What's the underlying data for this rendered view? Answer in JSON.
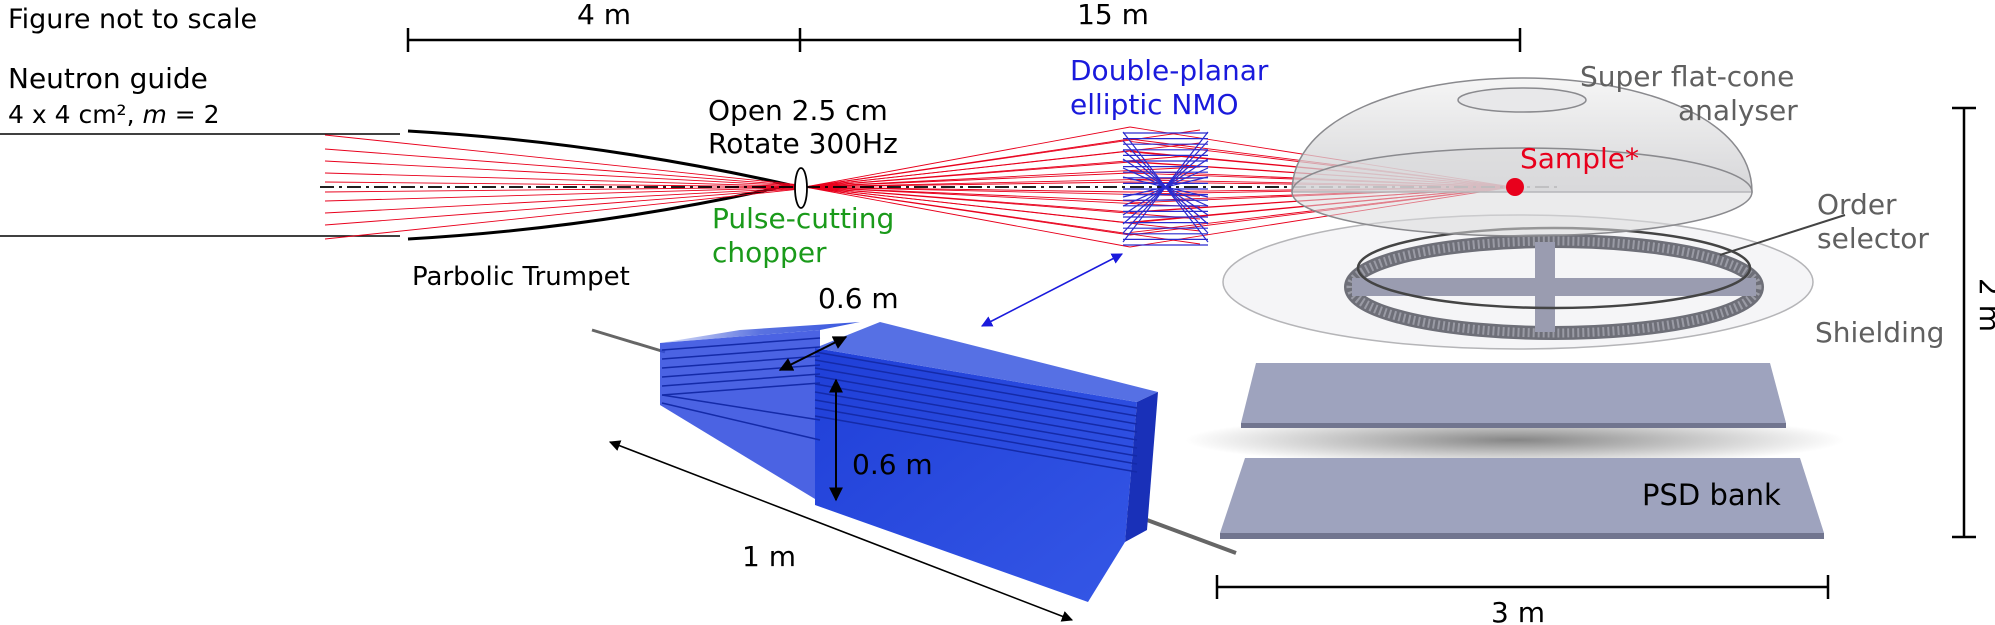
{
  "labels": {
    "scale_note": "Figure not to scale",
    "guide_title": "Neutron guide",
    "guide_size_prefix": "4 x 4 cm²,",
    "guide_m": "m",
    "guide_m_value": "= 2",
    "trumpet": "Parbolic Trumpet",
    "chopper_open": "Open 2.5 cm",
    "chopper_rotate": "Rotate 300Hz",
    "chopper_name_1": "Pulse-cutting",
    "chopper_name_2": "chopper",
    "nmo_1": "Double-planar",
    "nmo_2": "elliptic NMO",
    "analyser_1": "Super flat-cone",
    "analyser_2": "analyser",
    "sample": "Sample*",
    "order_1": "Order",
    "order_2": "selector",
    "shielding": "Shielding",
    "psd": "PSD bank"
  },
  "dimensions": {
    "dist_4m": "4 m",
    "dist_15m": "15 m",
    "nmo_width": "0.6 m",
    "nmo_height": "0.6 m",
    "nmo_length": "1 m",
    "detector_width": "3 m",
    "detector_height": "2 m"
  },
  "colors": {
    "beam": "#e8001c",
    "nmo_text": "#1a1adc",
    "chopper_text": "#1a9a1a",
    "sample": "#e8001c",
    "analyser_text": "#606060",
    "nmo_block": "#2b4bdc",
    "psd_plate": "#9aa0bd"
  }
}
